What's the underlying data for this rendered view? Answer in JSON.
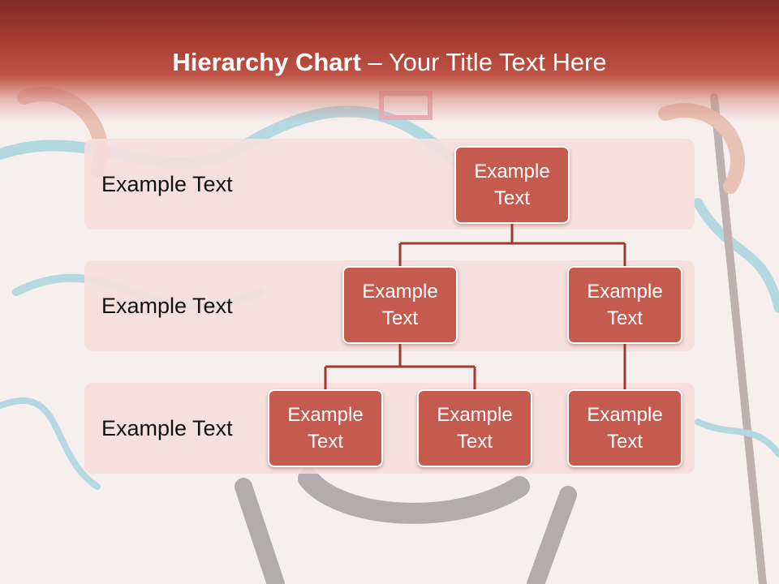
{
  "title": {
    "bold": "Hierarchy Chart",
    "rest": " – Your Title Text Here"
  },
  "levels": [
    {
      "label": "Example Text"
    },
    {
      "label": "Example Text"
    },
    {
      "label": "Example Text"
    }
  ],
  "nodes": {
    "root": "Example Text",
    "left": "Example Text",
    "right": "Example Text",
    "left_child_1": "Example Text",
    "left_child_2": "Example Text",
    "right_child_1": "Example Text"
  },
  "colors": {
    "header": "#a93e32",
    "node_fill": "#c55a4e",
    "connector": "#9e3b30",
    "band_fill": "#f6dedc"
  }
}
